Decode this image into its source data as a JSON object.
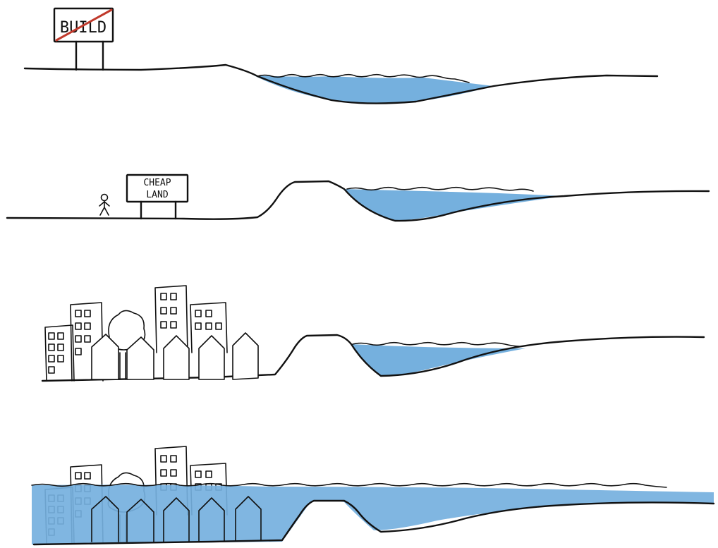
{
  "colors": {
    "water": "#75b0de",
    "ink": "#111111",
    "sign_cross": "#c0392b",
    "background": "#ffffff"
  },
  "panels": [
    {
      "id": "panel-1",
      "sign_text": "BUILD",
      "sign_crossed_out": true
    },
    {
      "id": "panel-2",
      "sign_lines": [
        "CHEAP",
        "LAND"
      ],
      "has_person": true
    },
    {
      "id": "panel-3",
      "has_city": true
    },
    {
      "id": "panel-4",
      "has_city": true,
      "flooded": true
    }
  ]
}
